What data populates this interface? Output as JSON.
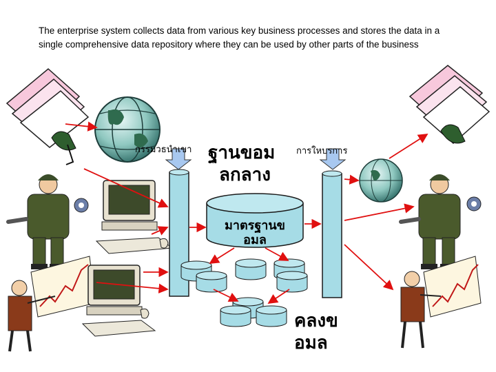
{
  "intro_text": "The enterprise system collects data from various key business processes and stores the data in a single comprehensive data repository where they can be used by other parts of the business",
  "labels": {
    "input_process": "กรรมวธนำเขา",
    "central_db_line1": "ฐานขอม",
    "central_db_line2": "ลกลาง",
    "service": "การใหบรการ",
    "standard_data_line1": "มาตรฐานข",
    "standard_data_line2": "อมล",
    "warehouse_line1": "คลงข",
    "warehouse_line2": "อมล"
  },
  "colors": {
    "arrow": "#e01010",
    "cylinder_fill": "#a6dce6",
    "cylinder_stroke": "#1a1a1a",
    "blue_arrow": "#a8c8f0"
  },
  "icons": [
    "documents-clipart",
    "globe-clipart",
    "mechanic-clipart",
    "computer-clipart",
    "presenter-chart-clipart"
  ]
}
